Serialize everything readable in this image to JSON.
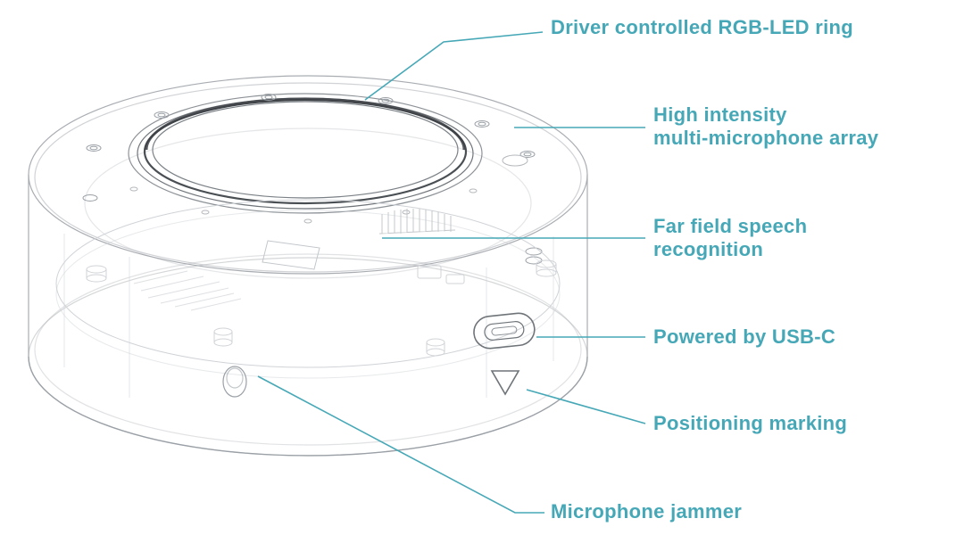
{
  "diagram": {
    "accent_color": "#46a8b7",
    "device": "cylindrical-microphone-array-wireframe",
    "labels": [
      {
        "id": "rgb-led-ring",
        "text": "Driver controlled RGB-LED ring"
      },
      {
        "id": "microphone-array",
        "text": "High intensity\nmulti-microphone array"
      },
      {
        "id": "far-field-speech",
        "text": "Far field speech\nrecognition"
      },
      {
        "id": "usb-c-power",
        "text": "Powered by USB-C"
      },
      {
        "id": "positioning-marking",
        "text": "Positioning marking"
      },
      {
        "id": "microphone-jammer",
        "text": "Microphone jammer"
      }
    ]
  }
}
